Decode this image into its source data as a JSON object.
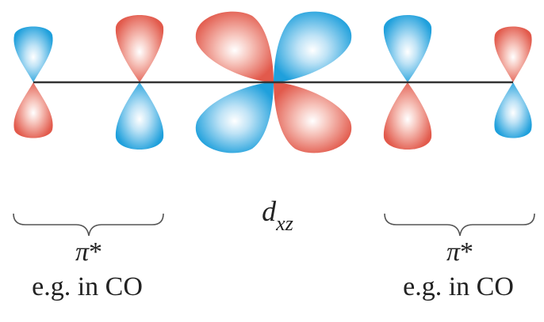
{
  "orbital_label": {
    "main": "d",
    "subscript": "xz"
  },
  "left_group": {
    "symbol": "π",
    "superscript": "*",
    "note": "e.g. in CO"
  },
  "right_group": {
    "symbol": "π",
    "superscript": "*",
    "note": "e.g. in CO"
  },
  "colors": {
    "lobe_red": "#e8685a",
    "lobe_blue": "#2aa8e0",
    "axis": "#333333",
    "brace": "#555555"
  }
}
